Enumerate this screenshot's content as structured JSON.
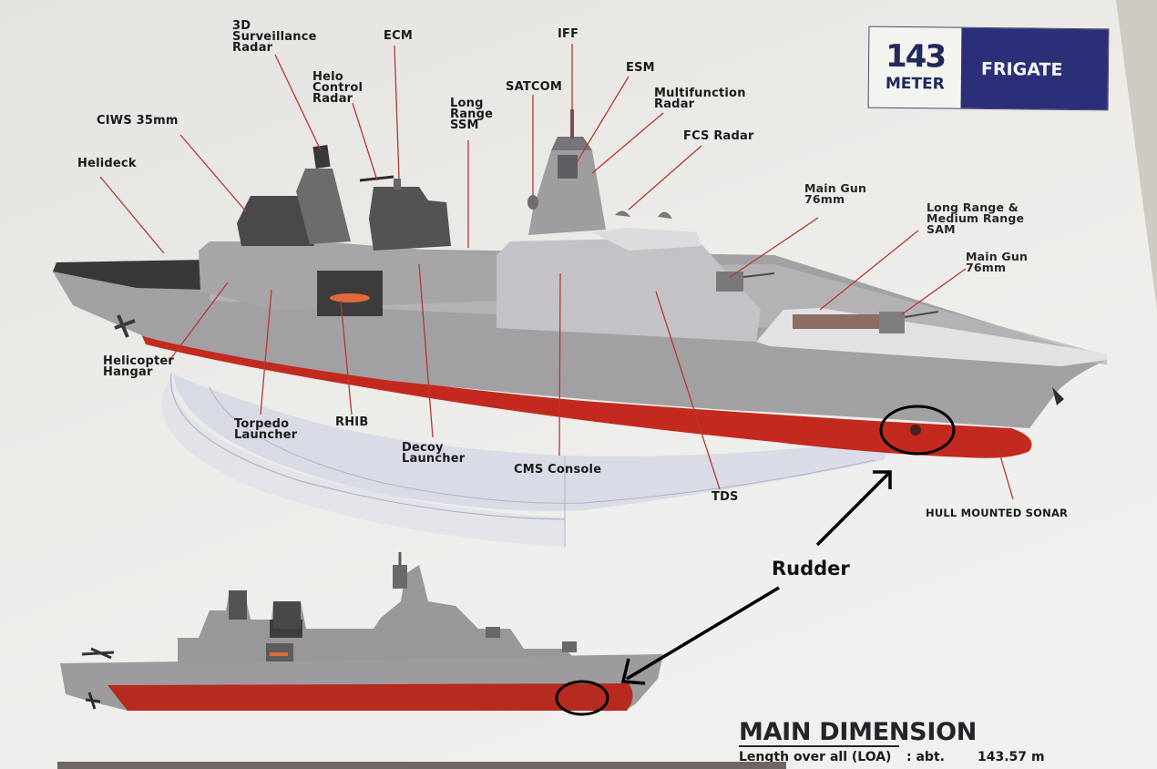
{
  "badge": {
    "number": "143",
    "unit": "METER",
    "title": "FRIGATE"
  },
  "callouts": {
    "surveillance_radar": "3D\nSurveillance\nRadar",
    "ecm": "ECM",
    "helo_control_radar": "Helo\nControl\nRadar",
    "ciws": "CIWS 35mm",
    "helideck": "Helideck",
    "iff": "IFF",
    "esm": "ESM",
    "satcom": "SATCOM",
    "long_range_ssm": "Long\nRange\nSSM",
    "multifunction_radar": "Multifunction\nRadar",
    "fcs_radar": "FCS Radar",
    "main_gun_1": "Main Gun\n76mm",
    "sam": "Long Range &\nMedium Range\nSAM",
    "main_gun_2": "Main Gun\n76mm",
    "helicopter_hangar": "Helicopter\nHangar",
    "torpedo_launcher": "Torpedo\nLauncher",
    "rhib": "RHIB",
    "decoy_launcher": "Decoy\nLauncher",
    "cms_console": "CMS Console",
    "tds": "TDS",
    "hull_mounted_sonar": "HULL MOUNTED SONAR"
  },
  "annotation": {
    "rudder": "Rudder"
  },
  "main_dimension": {
    "title": "MAIN DIMENSION",
    "rows": [
      {
        "label": "Length over all (LOA)",
        "sep": ": abt.",
        "value": "143.57",
        "unit": "m"
      }
    ]
  },
  "colors": {
    "navy": "#2c2f78",
    "hull_red": "#c3291f",
    "hull_grey": "#9a9799",
    "leader_line": "#b23a2e"
  }
}
